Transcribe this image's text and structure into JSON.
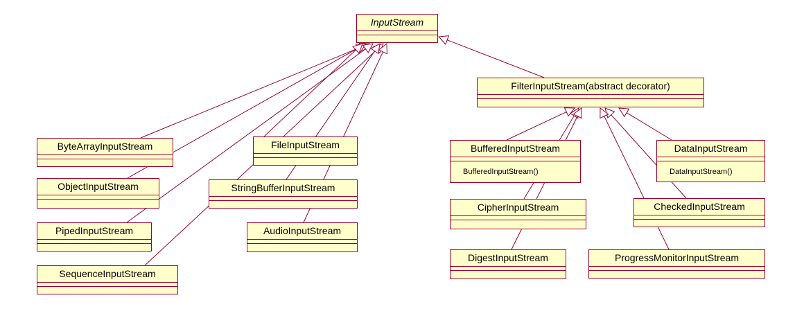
{
  "diagram": {
    "root": {
      "name": "InputStream",
      "abstract": true
    },
    "decorator": {
      "name": "FilterInputStream(abstract decorator)"
    },
    "direct_subclasses": [
      {
        "name": "ByteArrayInputStream"
      },
      {
        "name": "ObjectInputStream"
      },
      {
        "name": "PipedInputStream"
      },
      {
        "name": "SequenceInputStream"
      },
      {
        "name": "FileInputStream"
      },
      {
        "name": "StringBufferInputStream"
      },
      {
        "name": "AudioInputStream"
      }
    ],
    "filter_subclasses": [
      {
        "name": "BufferedInputStream",
        "operation": "BufferedInputStream()"
      },
      {
        "name": "DataInputStream",
        "operation": "DataInputStream()"
      },
      {
        "name": "CipherInputStream"
      },
      {
        "name": "CheckedInputStream"
      },
      {
        "name": "DigestInputStream"
      },
      {
        "name": "ProgressMonitorInputStream"
      }
    ],
    "colors": {
      "box_fill": "#ffffcc",
      "line": "#990033",
      "text": "#000000"
    }
  }
}
